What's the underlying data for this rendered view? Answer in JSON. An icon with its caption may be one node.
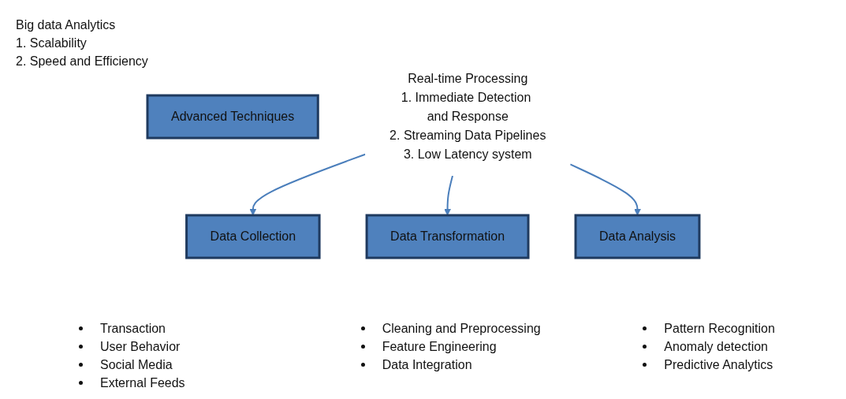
{
  "diagram": {
    "nodes": [
      {
        "text": [
          "Advanced Techniques"
        ]
      },
      {
        "text": [
          "Real-time Processing",
          "1. Immediate Detection and Response",
          "2. Streaming Data Pipelines",
          "3. Low Latency system"
        ]
      },
      {
        "text": [
          "Data Collection"
        ],
        "beside": [
          "Transaction",
          "User Behavior",
          "Social Media",
          "External Feeds"
        ]
      },
      {
        "text": [
          "Data Transformation"
        ],
        "beside": [
          "Cleaning and Preprocessing",
          "Feature Engineering",
          "Data Integration"
        ]
      },
      {
        "text": [
          "Data Analysis"
        ],
        "beside": [
          "Pattern Recognition",
          "Anomaly detection",
          "Predictive Analytics"
        ]
      }
    ],
    "edges": [
      {
        "from": 1,
        "to": 2,
        "arrow": "to"
      },
      {
        "from": 1,
        "to": 3,
        "arrow": "to"
      },
      {
        "from": 1,
        "to": 4,
        "arrow": "to"
      }
    ],
    "labels": [
      "Big data Analytics",
      "1. Scalability",
      "2. Speed and Efficiency"
    ]
  }
}
